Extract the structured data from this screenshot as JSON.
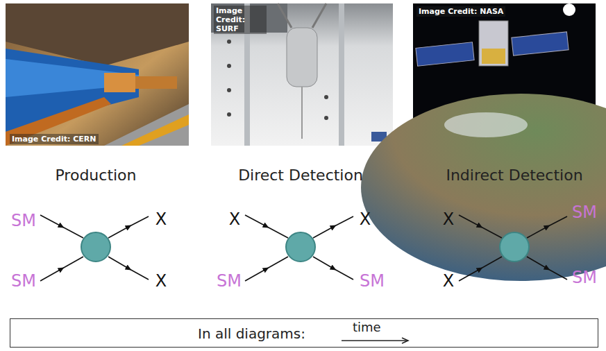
{
  "diagram": {
    "nodes": [
      {
        "text": [
          "Image Credit: CERN"
        ]
      },
      {
        "text": [
          "Image Credit: SURF"
        ]
      },
      {
        "text": [
          "Image Credit: NASA"
        ]
      },
      {
        "text": [
          "In all diagrams:",
          "time"
        ]
      }
    ],
    "labels": [
      "Production",
      "SM",
      "SM",
      "X",
      "X",
      "Direct Detection",
      "X",
      "SM",
      "X",
      "SM",
      "Indirect Detection",
      "X",
      "X",
      "SM",
      "SM"
    ]
  }
}
